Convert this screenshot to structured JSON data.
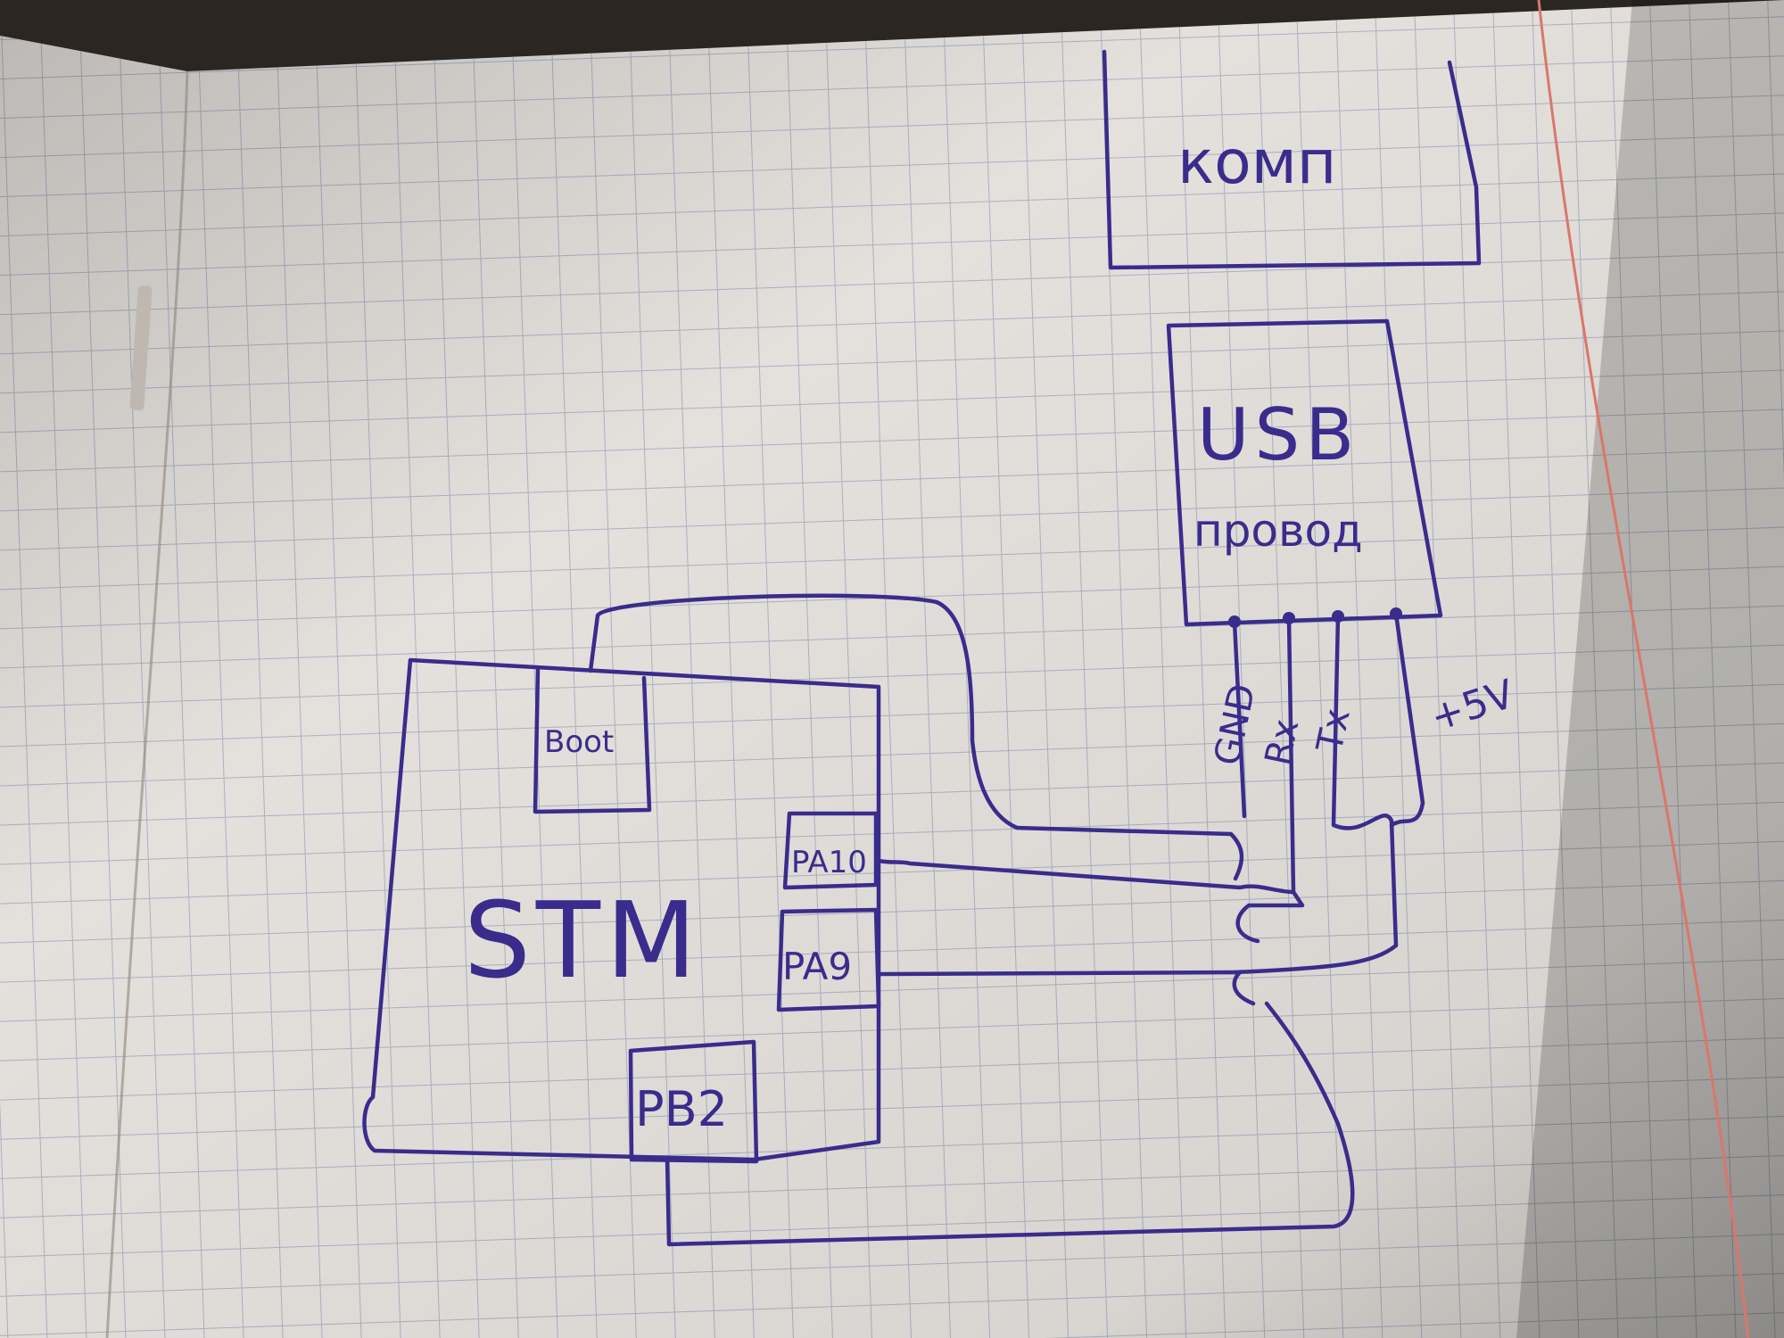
{
  "diagram": {
    "blocks": {
      "computer": "комп",
      "usb_cable_line1": "USB",
      "usb_cable_line2": "провод",
      "mcu": "STM",
      "boot": "Boot",
      "pa10": "PA10",
      "pa9": "PA9",
      "pb2": "PB2"
    },
    "pins": {
      "gnd": "GND",
      "rx": "Rx",
      "tx": "Tx",
      "v5": "+5V"
    }
  },
  "colors": {
    "ink": "#3a2c8c",
    "paper": "#e4e0dc",
    "grid": "#a9b2c2",
    "margin_line": "#d9776b",
    "background": "#2b2622"
  }
}
